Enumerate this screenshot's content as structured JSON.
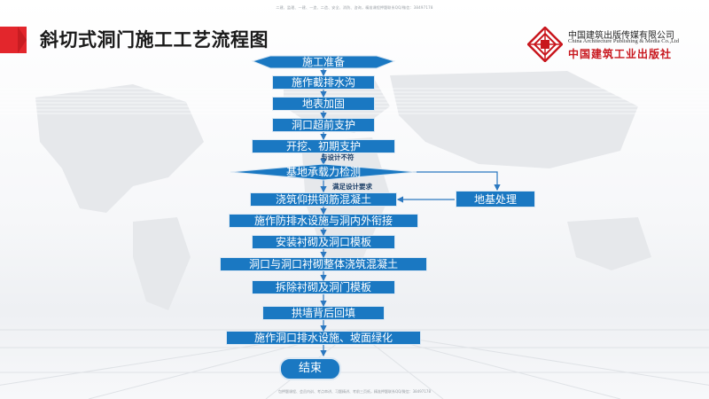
{
  "header": {
    "top_note": "二建、监理、一建、一造、二造、安全、消防、咨询，精准课程押题联系QQ/微信：38497178",
    "title": "斜切式洞门施工工艺流程图"
  },
  "publisher": {
    "name_cn": "中国建筑出版传媒有限公司",
    "name_en": "China Architecture Publishing & Media Co.,Ltd",
    "brand_cn": "中国建筑工业出版社"
  },
  "flowchart": {
    "steps": {
      "s1": "施工准备",
      "s2": "施作截排水沟",
      "s3": "地表加固",
      "s4": "洞口超前支护",
      "s5": "开挖、初期支护",
      "decision": "基地承载力检测",
      "s6": "浇筑仰拱钢筋混凝土",
      "s7": "施作防排水设施与洞内外衔接",
      "s8": "安装衬砌及洞口模板",
      "s9": "洞口与洞口衬砌整体浇筑混凝土",
      "s10": "拆除衬砌及洞门模板",
      "s11": "拱墙背后回填",
      "s12": "施作洞口排水设施、坡面绿化",
      "end": "结束",
      "side": "地基处理"
    },
    "notes": {
      "fail": "与设计不符",
      "pass": "满足设计要求"
    }
  },
  "footer": {
    "bottom_note": "包押题课程、会员内训、考点串讲、习题精讲、考前三页纸，精准押题联系QQ/微信：38497178"
  },
  "colors": {
    "box_fill": "#1a78c2",
    "box_border": "#dce8f3",
    "arrow": "#2b78c0",
    "title_accent": "#e3262c"
  }
}
